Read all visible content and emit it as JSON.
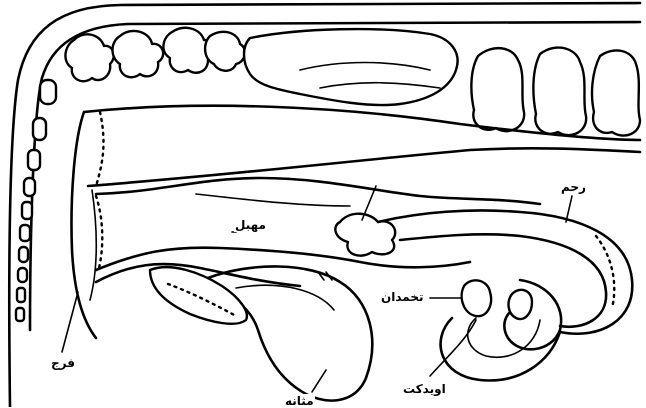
{
  "labels": {
    "vulva": "فرج",
    "vagina": "مهبل",
    "uterus": "رحم",
    "ovary": "تخمدان",
    "oviduct": "اویدکت",
    "bladder": "مثانه"
  },
  "colors": {
    "line": "#000000",
    "background": "#ffffff"
  }
}
